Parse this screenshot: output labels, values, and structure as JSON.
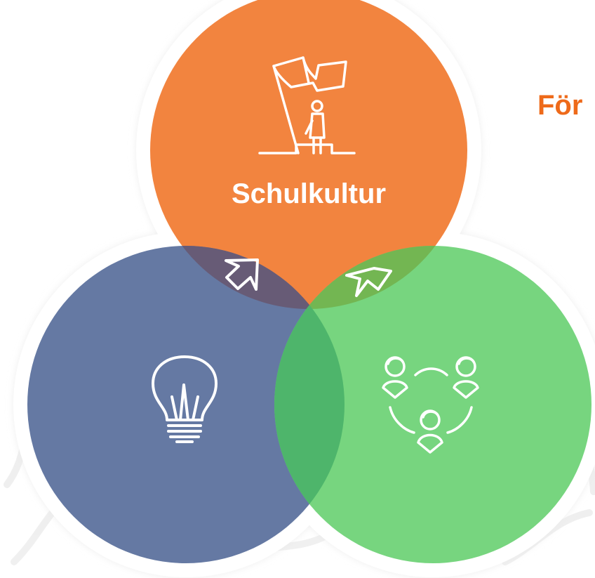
{
  "diagram": {
    "heading": "För",
    "circles": [
      {
        "id": "top",
        "label": "Schulkultur",
        "icon": "flag-person-icon",
        "color": "#f2843f"
      },
      {
        "id": "left",
        "label": "",
        "icon": "lightbulb-icon",
        "color": "#6579a3"
      },
      {
        "id": "right",
        "label": "",
        "icon": "people-network-icon",
        "color": "#77d57f"
      }
    ],
    "overlaps": [
      {
        "between": [
          "top",
          "left"
        ],
        "color": "#675b76"
      },
      {
        "between": [
          "top",
          "right"
        ],
        "color": "#73b652"
      },
      {
        "between": [
          "left",
          "right"
        ],
        "color": "#4eb56b"
      }
    ],
    "arrows": [
      {
        "from": "left",
        "to": "top",
        "icon": "arrow-up-right-icon"
      },
      {
        "from": "right",
        "to": "top",
        "icon": "arrow-up-left-icon"
      }
    ]
  }
}
